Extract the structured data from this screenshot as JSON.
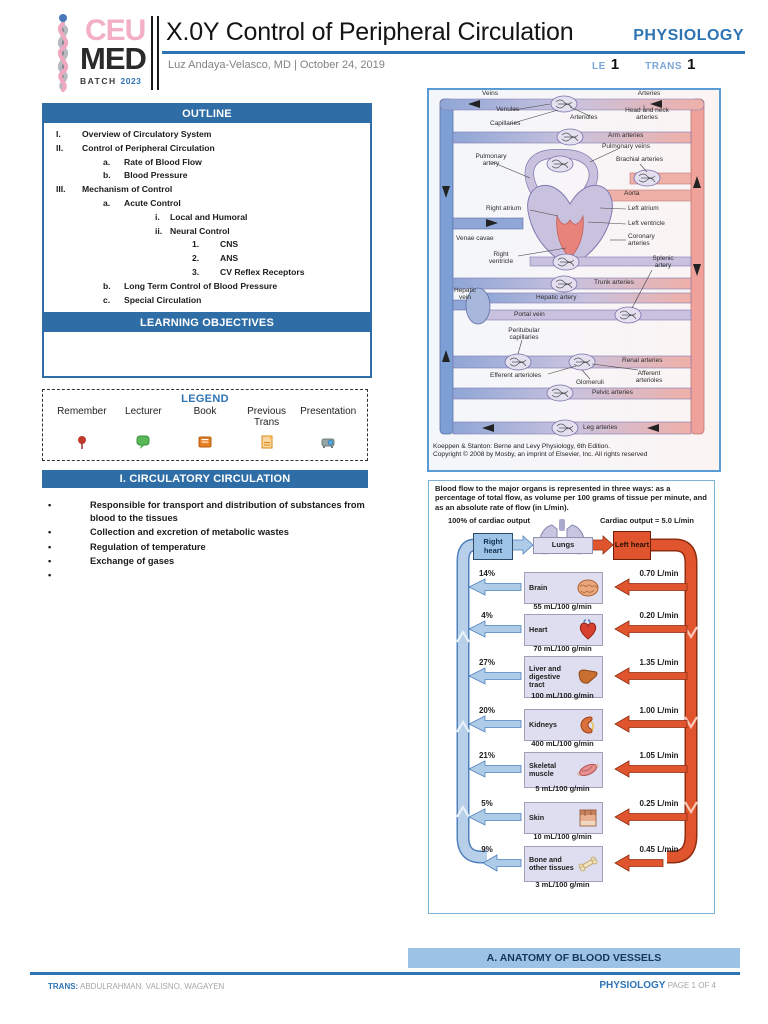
{
  "colors": {
    "accent_blue": "#2E6DA6",
    "link_blue": "#2E74B5",
    "light_blue_bar": "#9CC3E5",
    "logo_pink": "#F2AFC6",
    "vein_blue": "#7C9FD6",
    "artery_pink": "#F0A29A",
    "flow_red": "#E0552E",
    "flow_blue": "#AECBE8"
  },
  "header": {
    "title": "X.0Y Control of Peripheral Circulation",
    "course": "PHYSIOLOGY",
    "subtitle": "Luz Andaya-Velasco, MD | October 24, 2019",
    "le_label": "LE",
    "le_value": "1",
    "trans_label": "TRANS",
    "trans_value": "1",
    "logo": {
      "ceu": "CEU",
      "med": "MED",
      "batch": "BATCH",
      "year": "2023"
    }
  },
  "outline": {
    "title": "OUTLINE",
    "items": [
      {
        "num": "I.",
        "text": "Overview of Circulatory System"
      },
      {
        "num": "II.",
        "text": "Control of Peripheral Circulation"
      },
      {
        "num": "a.",
        "text": "Rate of Blood Flow"
      },
      {
        "num": "b.",
        "text": "Blood Pressure"
      },
      {
        "num": "III.",
        "text": "Mechanism of Control"
      },
      {
        "num": "a.",
        "text": "Acute Control"
      },
      {
        "num": "i.",
        "text": "Local and Humoral"
      },
      {
        "num": "ii.",
        "text": "Neural Control"
      },
      {
        "num": "1.",
        "text": "CNS"
      },
      {
        "num": "2.",
        "text": "ANS"
      },
      {
        "num": "3.",
        "text": "CV Reflex Receptors"
      },
      {
        "num": "b.",
        "text": "Long Term Control of Blood Pressure"
      },
      {
        "num": "c.",
        "text": "Special Circulation"
      }
    ]
  },
  "learning_objectives": {
    "title": "LEARNING OBJECTIVES"
  },
  "legend": {
    "title": "LEGEND",
    "items": [
      {
        "label": "Remember"
      },
      {
        "label": "Lecturer"
      },
      {
        "label": "Book"
      },
      {
        "label": "Previous Trans"
      },
      {
        "label": "Presentation"
      }
    ]
  },
  "section1": {
    "title": "I. CIRCULATORY CIRCULATION",
    "bullets": [
      "Responsible for transport and distribution of substances from blood to the tissues",
      "Collection and excretion of metabolic wastes",
      "Regulation of temperature",
      "Exchange of gases",
      ""
    ]
  },
  "figure1": {
    "labels": {
      "veins": "Veins",
      "arteries": "Arteries",
      "venules": "Venules",
      "arterioles": "Arterioles",
      "head_neck": "Head and neck arteries",
      "capillaries": "Capillaries",
      "arm": "Arm arteries",
      "pulmonary_artery": "Pulmonary artery",
      "pulmonary_veins": "Pulmonary veins",
      "brachial": "Brachial arteries",
      "aorta": "Aorta",
      "right_atrium": "Right atrium",
      "left_atrium": "Left atrium",
      "left_ventricle": "Left ventricle",
      "venae_cavae": "Venae cavae",
      "coronary": "Coronary arteries",
      "right_ventricle": "Right ventricle",
      "splenic": "Splenic artery",
      "trunk": "Trunk arteries",
      "hepatic_vein": "Hepatic vein",
      "hepatic_artery": "Hepatic artery",
      "portal_vein": "Portal vein",
      "peritubular": "Peritubular capillaries",
      "efferent": "Efferent arterioles",
      "glomeruli": "Glomeruli",
      "renal": "Renal arteries",
      "afferent": "Afferent arterioles",
      "pelvic": "Pelvic arteries",
      "leg": "Leg arteries"
    },
    "caption_line1": "Koeppen & Stanton: Berne and Levy Physiology, 6th Edition.",
    "caption_line2": "Copyright © 2008 by Mosby, an imprint of Elsevier, Inc. All rights reserved"
  },
  "figure2": {
    "title": "Blood flow to the major organs is represented in three ways: as a percentage of total flow, as volume per 100 grams of tissue per minute, and as an absolute rate of flow (in L/min).",
    "top": {
      "pct": "100% of cardiac output",
      "right_heart": "Right heart",
      "lungs": "Lungs",
      "left_heart": "Left heart",
      "co": "Cardiac output = 5.0 L/min"
    },
    "rows": [
      {
        "organ": "Brain",
        "pct": "14%",
        "ml": "55 mL/100 g/min",
        "lmin": "0.70 L/min"
      },
      {
        "organ": "Heart",
        "pct": "4%",
        "ml": "70 mL/100 g/min",
        "lmin": "0.20 L/min"
      },
      {
        "organ": "Liver and digestive tract",
        "pct": "27%",
        "ml": "100 mL/100 g/min",
        "lmin": "1.35 L/min"
      },
      {
        "organ": "Kidneys",
        "pct": "20%",
        "ml": "400 mL/100 g/min",
        "lmin": "1.00 L/min"
      },
      {
        "organ": "Skeletal muscle",
        "pct": "21%",
        "ml": "5 mL/100 g/min",
        "lmin": "1.05 L/min"
      },
      {
        "organ": "Skin",
        "pct": "5%",
        "ml": "10 mL/100 g/min",
        "lmin": "0.25 L/min"
      },
      {
        "organ": "Bone and other tissues",
        "pct": "9%",
        "ml": "3 mL/100 g/min",
        "lmin": "0.45 L/min"
      }
    ]
  },
  "section2": {
    "title": "A. ANATOMY OF BLOOD VESSELS"
  },
  "footer": {
    "trans_label": "TRANS:",
    "trans_names": "ABDULRAHMAN. VALISNO, WAGAYEN",
    "course": "PHYSIOLOGY",
    "page": "PAGE 1 OF 4"
  }
}
